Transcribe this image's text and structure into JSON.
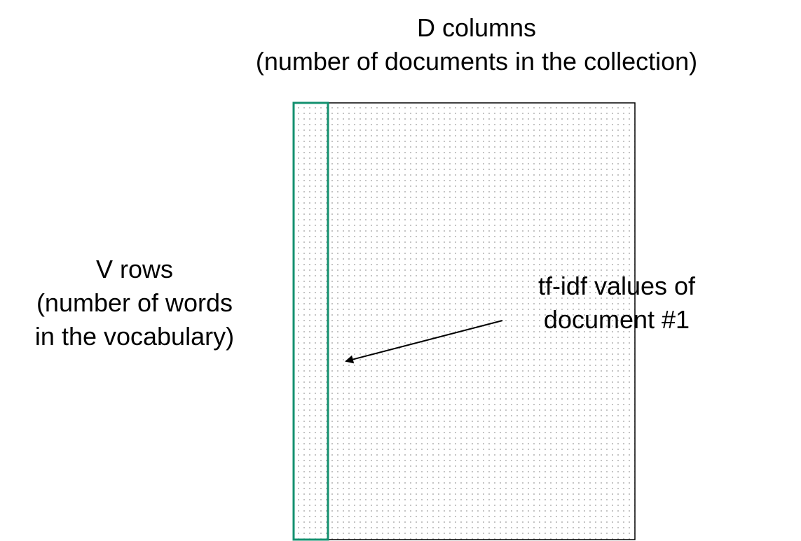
{
  "diagram": {
    "top_label": {
      "line1": "D columns",
      "line2": "(number of documents in the collection)"
    },
    "left_label": {
      "line1": "V rows",
      "line2": "(number of words",
      "line3": "in the vocabulary)"
    },
    "arrow_label": {
      "line1": "tf-idf values of",
      "line2": "document #1"
    },
    "colors": {
      "matrix_border": "#000000",
      "dots": "#9a9a9a",
      "highlight_column_border": "#13906f",
      "arrow": "#000000"
    }
  }
}
